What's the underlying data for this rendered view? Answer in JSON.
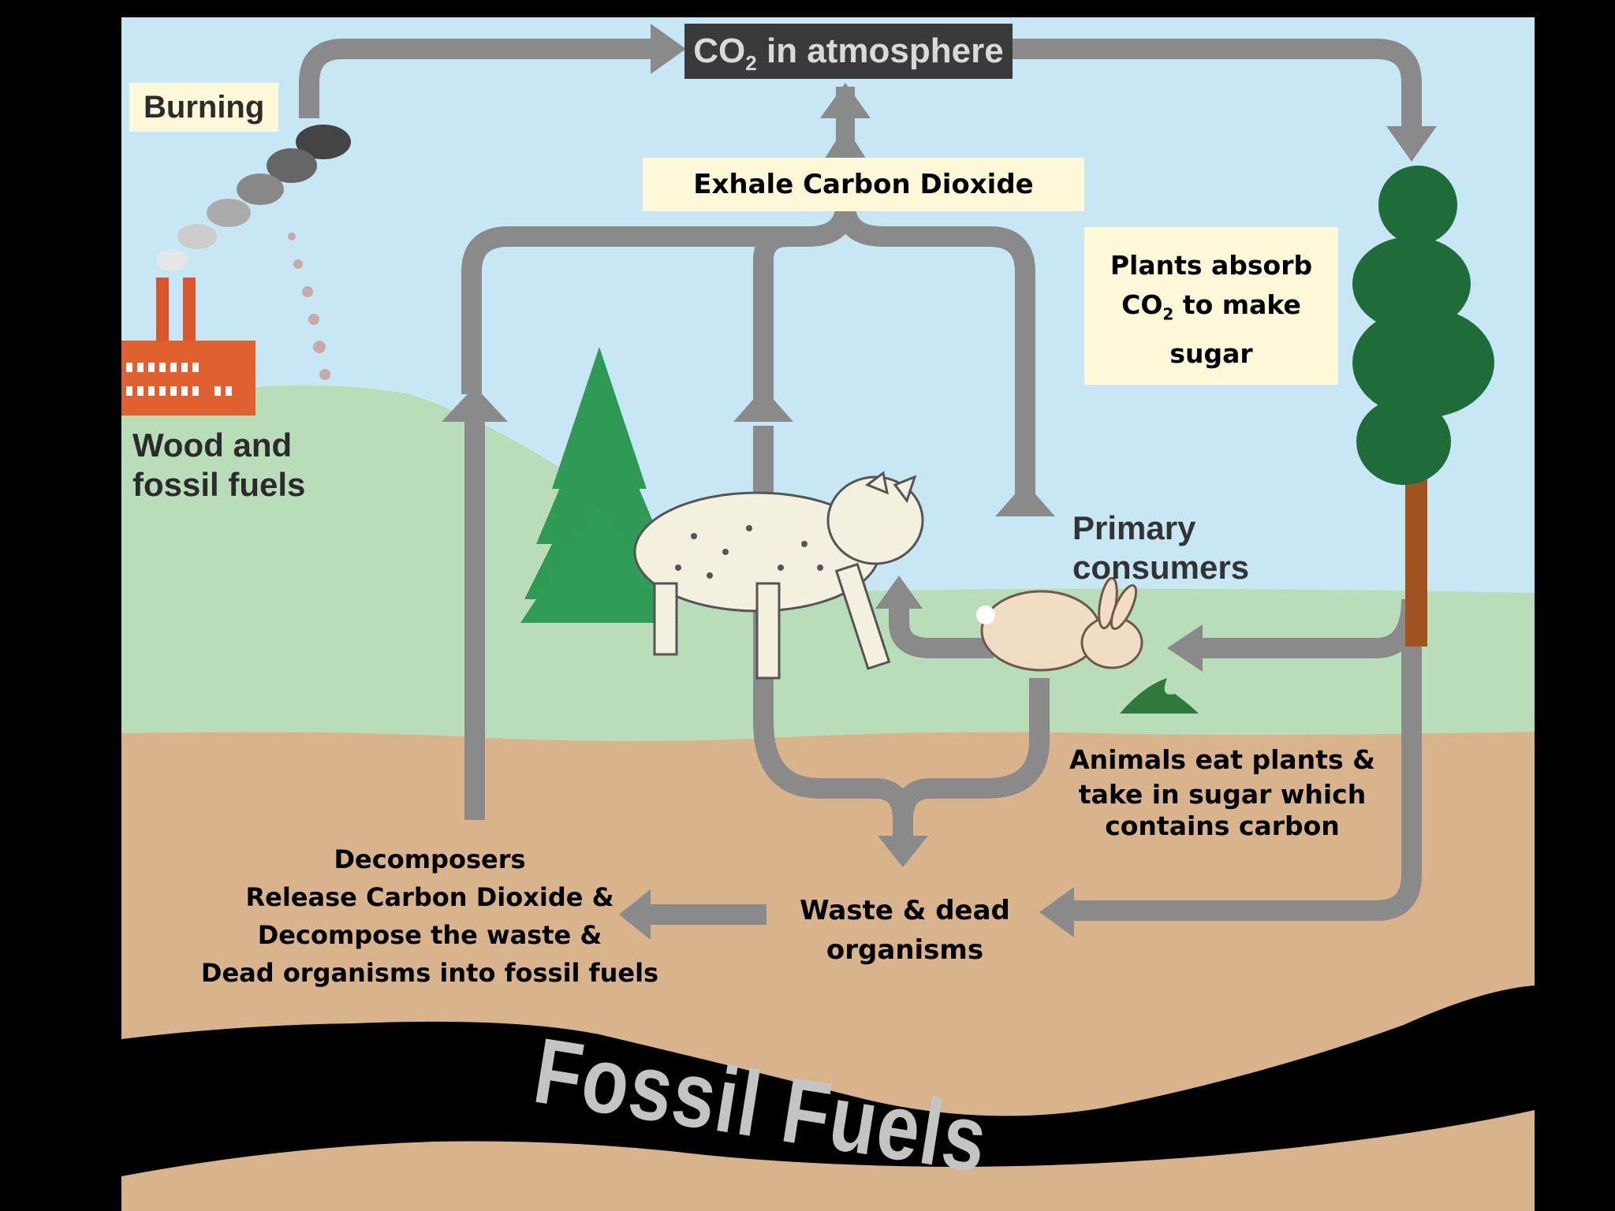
{
  "atmosphere": {
    "prefix": "CO",
    "sub": "2",
    "suffix": " in atmosphere"
  },
  "burning": "Burning",
  "wood_fossil": {
    "line1": "Wood and",
    "line2": "fossil fuels"
  },
  "exhale": "Exhale Carbon Dioxide",
  "plants_absorb": {
    "line1": "Plants absorb",
    "co": "CO",
    "sub": "2",
    "line2_rest": " to make",
    "line3": "sugar"
  },
  "primary_consumers": {
    "line1": "Primary",
    "line2": "consumers"
  },
  "animals_eat": {
    "line1": "Animals eat plants &",
    "line2": "take in sugar which",
    "line3": "contains carbon"
  },
  "decomposers": {
    "line1": "Decomposers",
    "line2": "Release Carbon Dioxide &",
    "line3": "Decompose the waste &",
    "line4": "Dead organisms into fossil fuels"
  },
  "waste": {
    "line1": "Waste & dead",
    "line2": "organisms"
  },
  "fossil_fuels": "Fossil Fuels",
  "colors": {
    "sky": "#c7e7f4",
    "hill": "#b9ddb9",
    "soil": "#d9b38c",
    "arrow": "#8a8a8a",
    "label_bg": "#fdf8d8",
    "tree": "#1f6b3a"
  }
}
